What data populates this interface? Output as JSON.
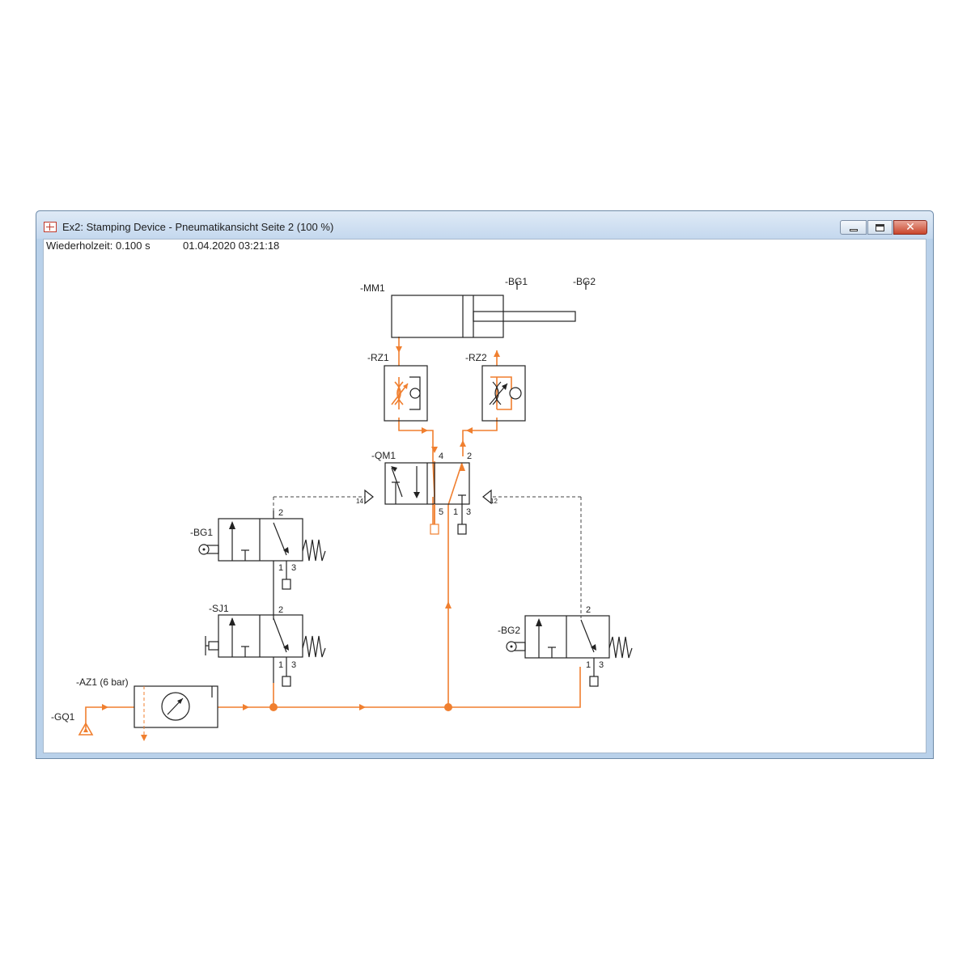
{
  "window": {
    "title": "Ex2: Stamping Device - Pneumatikansicht Seite 2 (100 %)",
    "app_icon": "fluidsim-app-icon",
    "controls": {
      "minimize": "minimize-icon",
      "maximize": "maximize-icon",
      "close": "close-icon"
    }
  },
  "status": {
    "repeat_time": "Wiederholzeit: 0.100 s",
    "datetime": "01.04.2020 03:21:18"
  },
  "colors": {
    "active_line": "#f07f2f",
    "symbol": "#222222",
    "pilot_line": "#444444"
  },
  "diagram": {
    "cylinder": {
      "label": "-MM1"
    },
    "sensors": {
      "bg1_marker": "-BG1",
      "bg2_marker": "-BG2"
    },
    "flow_valves": {
      "rz1": "-RZ1",
      "rz2": "-RZ2"
    },
    "main_valve": {
      "label": "-QM1",
      "ports": {
        "p4": "4",
        "p2": "2",
        "p5": "5",
        "p1": "1",
        "p3": "3"
      },
      "pilots": {
        "left": "14",
        "right": "12"
      }
    },
    "roller_valve_bg1": {
      "label": "-BG1",
      "ports": {
        "p2": "2",
        "p1": "1",
        "p3": "3"
      }
    },
    "pushbutton_sj1": {
      "label": "-SJ1",
      "ports": {
        "p2": "2",
        "p1": "1",
        "p3": "3"
      }
    },
    "roller_valve_bg2": {
      "label": "-BG2",
      "ports": {
        "p2": "2",
        "p1": "1",
        "p3": "3"
      }
    },
    "service_unit": {
      "label": "-AZ1 (6 bar)"
    },
    "supply": {
      "label": "-GQ1"
    }
  }
}
